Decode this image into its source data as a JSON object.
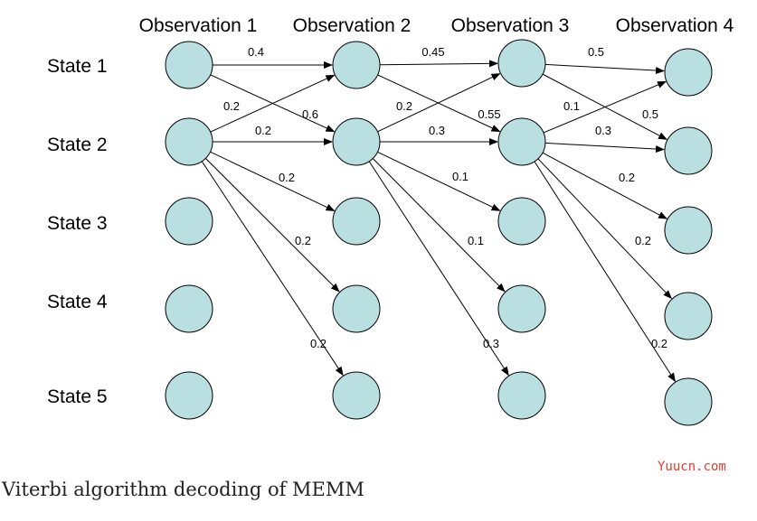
{
  "diagram": {
    "columns": [
      "Observation 1",
      "Observation 2",
      "Observation 3",
      "Observation 4"
    ],
    "rows": [
      "State 1",
      "State 2",
      "State 3",
      "State 4",
      "State 5"
    ],
    "node_fill": "#b9dfe0",
    "edges": [
      {
        "from": [
          0,
          0
        ],
        "to": [
          1,
          1
        ],
        "label": "0.6"
      },
      {
        "from": [
          0,
          1
        ],
        "to": [
          1,
          0
        ],
        "label": "0.2"
      },
      {
        "from": [
          0,
          0
        ],
        "to": [
          1,
          0
        ],
        "label": "0.4"
      },
      {
        "from": [
          0,
          1
        ],
        "to": [
          1,
          1
        ],
        "label": "0.2"
      },
      {
        "from": [
          0,
          1
        ],
        "to": [
          1,
          2
        ],
        "label": "0.2"
      },
      {
        "from": [
          0,
          1
        ],
        "to": [
          1,
          3
        ],
        "label": "0.2"
      },
      {
        "from": [
          0,
          1
        ],
        "to": [
          1,
          4
        ],
        "label": "0.2"
      },
      {
        "from": [
          1,
          0
        ],
        "to": [
          2,
          1
        ],
        "label": "0.55"
      },
      {
        "from": [
          1,
          1
        ],
        "to": [
          2,
          0
        ],
        "label": "0.2"
      },
      {
        "from": [
          1,
          0
        ],
        "to": [
          2,
          0
        ],
        "label": "0.45"
      },
      {
        "from": [
          1,
          1
        ],
        "to": [
          2,
          1
        ],
        "label": "0.3"
      },
      {
        "from": [
          1,
          1
        ],
        "to": [
          2,
          2
        ],
        "label": "0.1"
      },
      {
        "from": [
          1,
          1
        ],
        "to": [
          2,
          3
        ],
        "label": "0.1"
      },
      {
        "from": [
          1,
          1
        ],
        "to": [
          2,
          4
        ],
        "label": "0.3"
      },
      {
        "from": [
          2,
          0
        ],
        "to": [
          3,
          1
        ],
        "label": "0.5"
      },
      {
        "from": [
          2,
          1
        ],
        "to": [
          3,
          0
        ],
        "label": "0.1"
      },
      {
        "from": [
          2,
          0
        ],
        "to": [
          3,
          0
        ],
        "label": "0.5"
      },
      {
        "from": [
          2,
          1
        ],
        "to": [
          3,
          1
        ],
        "label": "0.3"
      },
      {
        "from": [
          2,
          1
        ],
        "to": [
          3,
          2
        ],
        "label": "0.2"
      },
      {
        "from": [
          2,
          1
        ],
        "to": [
          3,
          3
        ],
        "label": "0.2"
      },
      {
        "from": [
          2,
          1
        ],
        "to": [
          3,
          4
        ],
        "label": "0.2"
      }
    ]
  },
  "caption": "Viterbi algorithm decoding of MEMM",
  "watermark": "Yuucn.com"
}
